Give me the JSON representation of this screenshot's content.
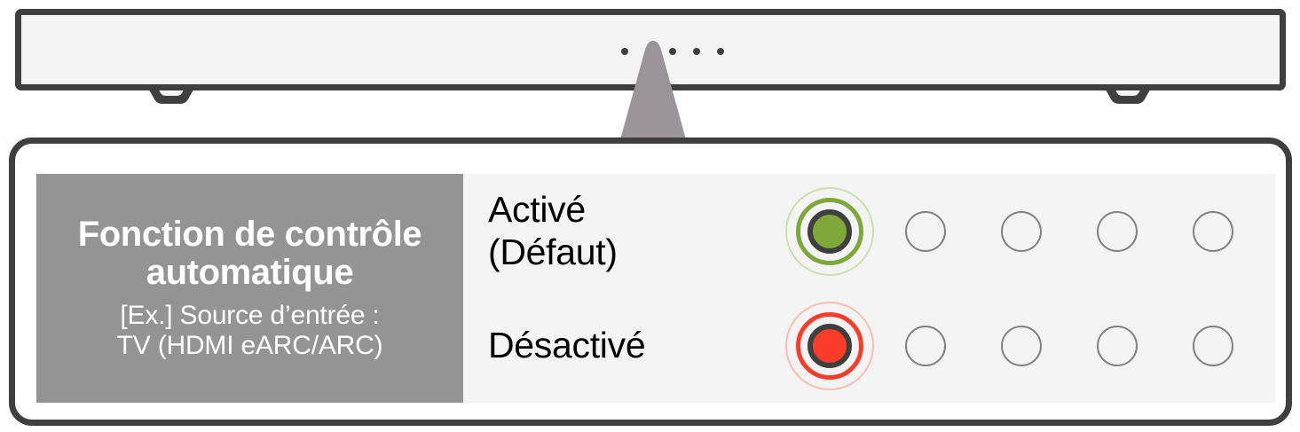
{
  "device": {
    "name": "soundbar",
    "indicator_dots": [
      "dot",
      "dot",
      "dot",
      "dot",
      "dot"
    ],
    "feet": [
      "foot-left",
      "foot-right"
    ],
    "beam_icon": "signal-beam-icon"
  },
  "panel": {
    "caption": {
      "title": "Fonction de contrôle automatique",
      "subtitle": "[Ex.] Source d’entrée :\nTV (HDMI eARC/ARC)",
      "subtitle_line1": "[Ex.] Source d’entrée :",
      "subtitle_line2": "TV (HDMI eARC/ARC)"
    },
    "rows": [
      {
        "label": "Activé\n(Défaut)",
        "label_line1": "Activé",
        "label_line2": "(Défaut)",
        "state": "on",
        "led_color": "#7ea83a",
        "led_ring_color": "#3f3f3f",
        "halo_inner_color": "#7ea83a",
        "halo_outer_color": "#cfe0ac",
        "leds": [
          "lit",
          "off",
          "off",
          "off",
          "off"
        ]
      },
      {
        "label": "Désactivé",
        "label_line1": "Désactivé",
        "label_line2": "",
        "state": "off",
        "led_color": "#fa3c28",
        "led_ring_color": "#3f3f3f",
        "halo_inner_color": "#fa3c28",
        "halo_outer_color": "#fbbcb3",
        "leds": [
          "lit",
          "off",
          "off",
          "off",
          "off"
        ]
      }
    ]
  },
  "colors": {
    "border_dark": "#3f3f3f",
    "device_face": "#f4f4f4",
    "panel_inner": "#f4f4f4",
    "caption_bg": "#949494",
    "caption_text": "#ffffff",
    "row_label_text": "#000000",
    "led_off_stroke": "#828282",
    "beam_fill": "#9b9499",
    "page_bg": "#ffffff"
  }
}
